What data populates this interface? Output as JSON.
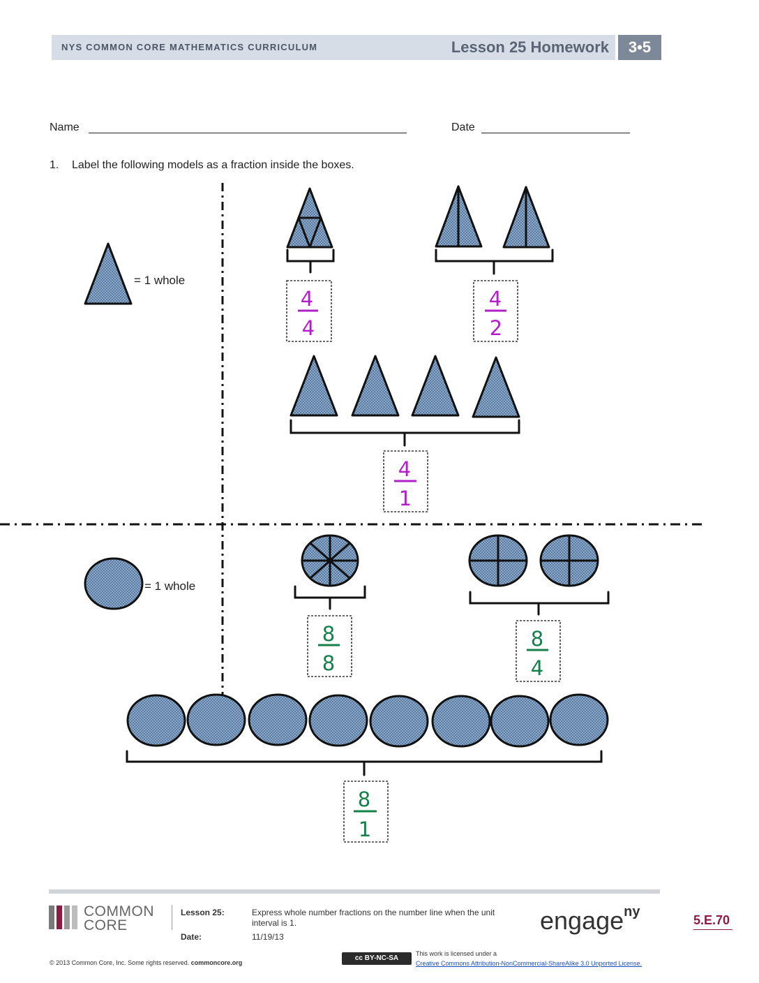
{
  "header": {
    "curriculum": "NYS COMMON CORE MATHEMATICS CURRICULUM",
    "lesson": "Lesson 25 Homework",
    "grade": "3•5"
  },
  "form": {
    "name_label": "Name",
    "date_label": "Date"
  },
  "question": {
    "number": "1.",
    "text": "Label the following models as a fraction inside the boxes."
  },
  "triangle_section": {
    "legend": "= 1 whole",
    "answers": [
      {
        "num": "4",
        "den": "4"
      },
      {
        "num": "4",
        "den": "2"
      },
      {
        "num": "4",
        "den": "1"
      }
    ]
  },
  "circle_section": {
    "legend": "= 1 whole",
    "answers": [
      {
        "num": "8",
        "den": "8"
      },
      {
        "num": "8",
        "den": "4"
      },
      {
        "num": "8",
        "den": "1"
      }
    ]
  },
  "colors": {
    "shape_fill": "#8fa9c6",
    "shape_dot": "#2f5a8a",
    "purple_ink": "#b21fc9",
    "green_ink": "#15804a",
    "page_number": "#8c1b3f"
  },
  "footer": {
    "logo_line1": "COMMON",
    "logo_line2": "CORE",
    "lesson_label": "Lesson 25:",
    "lesson_desc_1": "Express whole number fractions on the number line when the unit",
    "lesson_desc_2": "interval is 1.",
    "date_label": "Date:",
    "date_value": "11/19/13",
    "engage": "engage",
    "engage_sup": "ny",
    "page_number": "5.E.70",
    "copyright": "© 2013 Common Core, Inc. Some rights reserved.",
    "copyright_site": "commoncore.org",
    "cc_badge": "cc BY-NC-SA",
    "license_1": "This work is licensed under a",
    "license_2": "Creative Commons Attribution-NonCommercial-ShareAlike 3.0 Unported License."
  }
}
